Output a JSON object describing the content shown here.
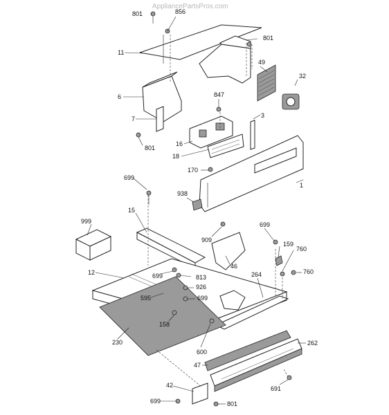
{
  "watermark": "AppliancePartsPros.com",
  "colors": {
    "line": "#222222",
    "fill": "#ffffff",
    "shade": "#9a9a9a",
    "watermark": "#b8b8b8"
  },
  "parts": [
    {
      "id": "p801a",
      "label": "801"
    },
    {
      "id": "p856",
      "label": "856"
    },
    {
      "id": "p801b",
      "label": "801"
    },
    {
      "id": "p11",
      "label": "11"
    },
    {
      "id": "p49",
      "label": "49"
    },
    {
      "id": "p32",
      "label": "32"
    },
    {
      "id": "p6",
      "label": "6"
    },
    {
      "id": "p847",
      "label": "847"
    },
    {
      "id": "p7",
      "label": "7"
    },
    {
      "id": "p3",
      "label": "3"
    },
    {
      "id": "p801c",
      "label": "801"
    },
    {
      "id": "p16",
      "label": "16"
    },
    {
      "id": "p18",
      "label": "18"
    },
    {
      "id": "p170",
      "label": "170"
    },
    {
      "id": "p699a",
      "label": "699"
    },
    {
      "id": "p1",
      "label": "1"
    },
    {
      "id": "p938",
      "label": "938"
    },
    {
      "id": "p15",
      "label": "15"
    },
    {
      "id": "p999",
      "label": "999"
    },
    {
      "id": "p909",
      "label": "909"
    },
    {
      "id": "p699b",
      "label": "699"
    },
    {
      "id": "p159",
      "label": "159"
    },
    {
      "id": "p760a",
      "label": "760"
    },
    {
      "id": "p46",
      "label": "46"
    },
    {
      "id": "p760b",
      "label": "760"
    },
    {
      "id": "p12",
      "label": "12"
    },
    {
      "id": "p699c",
      "label": "699"
    },
    {
      "id": "p813",
      "label": "813"
    },
    {
      "id": "p264",
      "label": "264"
    },
    {
      "id": "p926",
      "label": "926"
    },
    {
      "id": "p595",
      "label": "595"
    },
    {
      "id": "p699d",
      "label": "699"
    },
    {
      "id": "p158",
      "label": "158"
    },
    {
      "id": "p230",
      "label": "230"
    },
    {
      "id": "p600",
      "label": "600"
    },
    {
      "id": "p262",
      "label": "262"
    },
    {
      "id": "p47",
      "label": "47"
    },
    {
      "id": "p42",
      "label": "42"
    },
    {
      "id": "p691",
      "label": "691"
    },
    {
      "id": "p699e",
      "label": "699"
    },
    {
      "id": "p801d",
      "label": "801"
    }
  ]
}
